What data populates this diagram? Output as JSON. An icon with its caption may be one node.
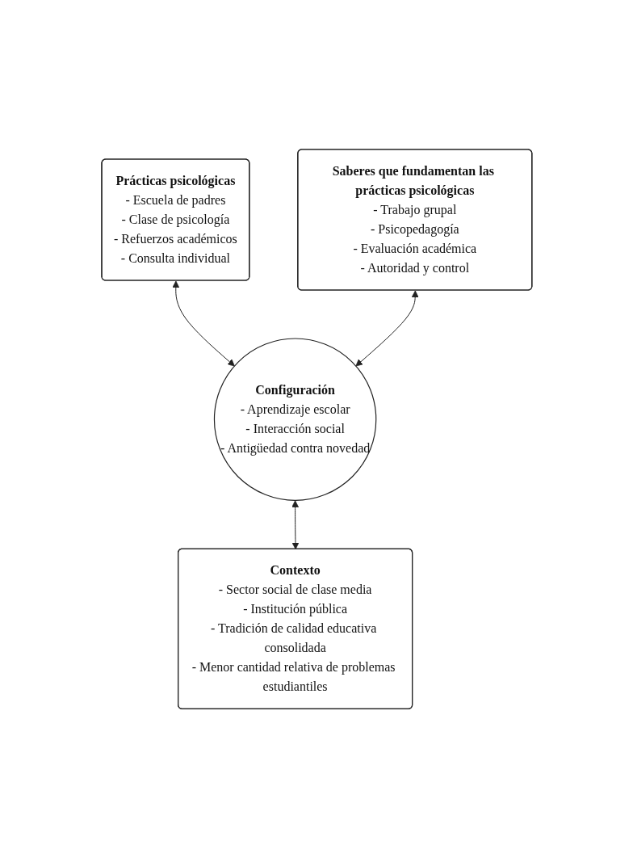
{
  "diagram": {
    "nodes": [
      {
        "text": [
          "Prácticas psicológicas",
          "- Escuela de padres",
          "- Clase de psicología",
          "- Refuerzos académicos",
          "- Consulta individual"
        ]
      },
      {
        "text": [
          "Saberes que fundamentan las prácticas psicológicas",
          "- Trabajo grupal",
          "- Psicopedagogía",
          "- Evaluación académica",
          "- Autoridad y control"
        ]
      },
      {
        "text": [
          "Configuración",
          "- Aprendizaje escolar",
          "- Interacción social",
          "- Antigüedad contra novedad"
        ]
      },
      {
        "text": [
          "Contexto",
          "- Sector social de clase media",
          "- Institución pública",
          "- Tradición de calidad educativa consolidada",
          "- Menor cantidad relativa de problemas estudiantiles"
        ]
      }
    ],
    "edges": [
      {
        "from": 0,
        "to": 2,
        "arrow": "both"
      },
      {
        "from": 1,
        "to": 2,
        "arrow": "both"
      },
      {
        "from": 2,
        "to": 3,
        "arrow": "both"
      }
    ]
  }
}
